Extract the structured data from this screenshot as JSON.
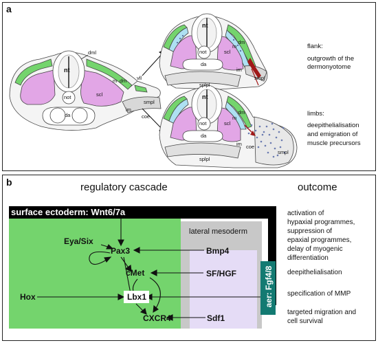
{
  "panel_a": {
    "label": "a",
    "section_left": {
      "nt": "nt",
      "not": "not",
      "da": "da",
      "scl": "scl",
      "dml": "dml",
      "m": "m",
      "dm": "dm",
      "vll": "vll",
      "im": "im",
      "smpl": "smpl",
      "coe": "coe"
    },
    "section_top": {
      "nt": "nt",
      "not": "not",
      "da": "da",
      "scl": "scl",
      "dm": "dm",
      "m": "m",
      "im": "im",
      "smpl": "smpl",
      "splpl": "splpl"
    },
    "section_bottom": {
      "nt": "nt",
      "not": "not",
      "da": "da",
      "scl": "scl",
      "dm": "dm",
      "m": "m",
      "im": "im",
      "smpl": "smpl",
      "splpl": "splpl",
      "coe": "coe"
    },
    "flank_title": "flank:",
    "flank_lines": [
      "outgrowth of the",
      "dermonyotome"
    ],
    "limbs_title": "limbs:",
    "limbs_lines": [
      "deepithelialisation",
      "and emigration of",
      "muscle precursors"
    ]
  },
  "panel_b": {
    "label": "b",
    "header_left": "regulatory cascade",
    "header_right": "outcome",
    "surface_ectoderm": "surface ectoderm: Wnt6/7a",
    "lateral_mesoderm": "lateral mesoderm",
    "aer": "aer: Fgf4/8",
    "nodes": {
      "eya_six": "Eya/Six",
      "pax3": "Pax3",
      "bmp4": "Bmp4",
      "cmet": "cMet",
      "sf_hgf": "SF/HGF",
      "hox": "Hox",
      "lbx1": "Lbx1",
      "cxcr4": "CXCR4",
      "sdf1": "Sdf1"
    },
    "outcomes": [
      [
        "activation of",
        "hypaxial programmes,",
        "suppression of",
        "epaxial programmes,",
        "delay of myogenic",
        "differentiation"
      ],
      [
        "deepithelialisation"
      ],
      [
        "specification of MMP"
      ],
      [
        "targeted migration and",
        "cell survival"
      ]
    ]
  },
  "colors": {
    "green": "#74d46d",
    "pink": "#e2a6e6",
    "blue": "#aee0f2",
    "grey": "#c8c8c8",
    "lavender": "#e5dcf6",
    "teal": "#137a72",
    "dark_red": "#a01818"
  }
}
